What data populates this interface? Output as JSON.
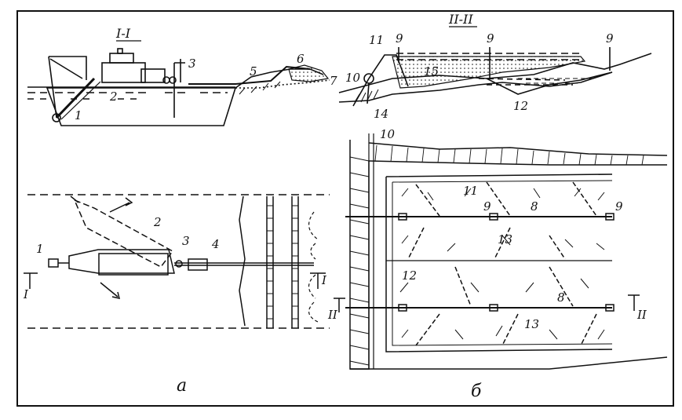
{
  "sections": {
    "section_1": "I-I",
    "section_2": "II-II",
    "panel_a": "а",
    "panel_b": "б"
  },
  "markers": {
    "cut_1_left": "I",
    "cut_1_right": "I",
    "cut_2_left": "II",
    "cut_2_right": "II"
  },
  "callouts": {
    "c1_top": "1",
    "c2_top": "2",
    "c3_top": "3",
    "c5": "5",
    "c6": "6",
    "c7": "7",
    "c11_top": "11",
    "c9_a": "9",
    "c9_b": "9",
    "c9_c": "9",
    "c10_top": "10",
    "c15": "15",
    "c14": "14",
    "c12_top": "12",
    "c1_plan": "1",
    "c2_plan": "2",
    "c3_plan": "3",
    "c4_plan": "4",
    "c10_plan": "10",
    "c11_plan": "11",
    "c9_plan_a": "9",
    "c8_plan_a": "8",
    "c9_plan_b": "9",
    "c13_plan_a": "13",
    "c12_plan": "12",
    "c8_plan_b": "8",
    "c13_plan_b": "13"
  }
}
